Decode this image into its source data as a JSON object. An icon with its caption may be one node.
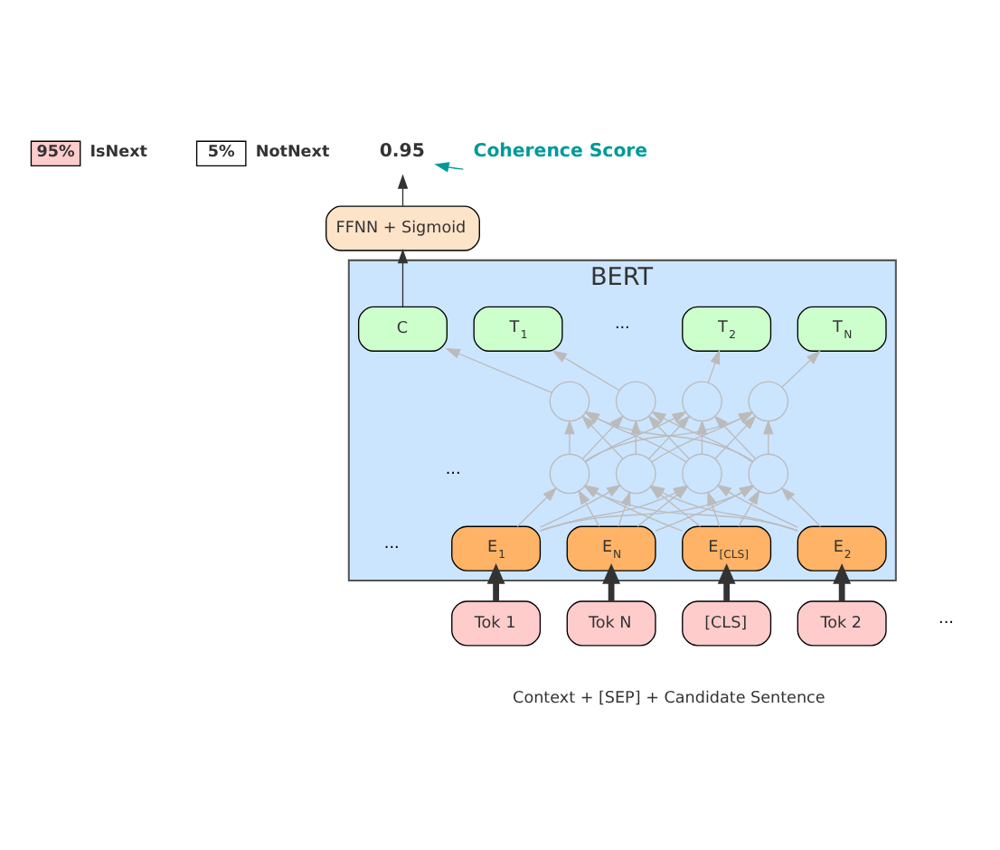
{
  "diagram": {
    "nodes": [
      {
        "text": [
          "95%"
        ],
        "beside": [
          "IsNext"
        ]
      },
      {
        "text": [
          "5%"
        ],
        "beside": [
          "NotNext"
        ]
      },
      {
        "text": [
          "0.95"
        ]
      },
      {
        "text": [
          "Coherence Score"
        ]
      },
      {
        "text": [
          "FFNN + Sigmoid"
        ]
      },
      {
        "text": [
          "BERT"
        ]
      },
      {
        "text": [
          "C"
        ],
        "in": 5
      },
      {
        "text": [
          "T$_{1}$"
        ],
        "in": 5
      },
      {
        "text": [
          "T$_{2}$"
        ],
        "in": 5
      },
      {
        "text": [
          "T$_{N}$"
        ],
        "in": 5
      },
      {
        "text": [],
        "shape": "circle",
        "in": 5
      },
      {
        "text": [],
        "shape": "circle",
        "in": 5
      },
      {
        "text": [],
        "shape": "circle",
        "in": 5
      },
      {
        "text": [],
        "shape": "circle",
        "in": 5
      },
      {
        "text": [],
        "shape": "circle",
        "in": 5
      },
      {
        "text": [],
        "shape": "circle",
        "in": 5
      },
      {
        "text": [],
        "shape": "circle",
        "in": 5
      },
      {
        "text": [],
        "shape": "circle",
        "in": 5
      },
      {
        "text": [
          "E$_{[CLS]}$"
        ],
        "in": 5
      },
      {
        "text": [
          "E$_{1}$"
        ],
        "in": 5
      },
      {
        "text": [
          "E$_{2}$"
        ],
        "in": 5
      },
      {
        "text": [
          "E$_{N}$"
        ],
        "in": 5
      },
      {
        "text": [
          "[CLS]"
        ]
      },
      {
        "text": [
          "Tok 1"
        ]
      },
      {
        "text": [
          "Tok 2"
        ]
      },
      {
        "text": [
          "Tok N"
        ]
      }
    ],
    "edges": [
      {
        "from": 3,
        "to": 2,
        "arrow": "to",
        "color": "#009999"
      },
      {
        "from": 4,
        "to": 2,
        "arrow": "to",
        "color": "#333333"
      },
      {
        "from": 6,
        "to": 4,
        "arrow": "to",
        "color": "#333333"
      },
      {
        "from": 10,
        "to": 6,
        "arrow": "to"
      },
      {
        "from": 11,
        "to": 7,
        "arrow": "to"
      },
      {
        "from": 12,
        "to": 8,
        "arrow": "to"
      },
      {
        "from": 13,
        "to": 9,
        "arrow": "to"
      },
      {
        "from": 14,
        "to": 10,
        "arrow": "to"
      },
      {
        "from": 14,
        "to": 11,
        "arrow": "to"
      },
      {
        "from": 14,
        "to": 12,
        "arrow": "to"
      },
      {
        "from": 14,
        "to": 13,
        "arrow": "to"
      },
      {
        "from": 15,
        "to": 10,
        "arrow": "to"
      },
      {
        "from": 15,
        "to": 11,
        "arrow": "to"
      },
      {
        "from": 15,
        "to": 12,
        "arrow": "to"
      },
      {
        "from": 15,
        "to": 13,
        "arrow": "to"
      },
      {
        "from": 16,
        "to": 10,
        "arrow": "to"
      },
      {
        "from": 16,
        "to": 11,
        "arrow": "to"
      },
      {
        "from": 16,
        "to": 12,
        "arrow": "to"
      },
      {
        "from": 16,
        "to": 13,
        "arrow": "to"
      },
      {
        "from": 17,
        "to": 10,
        "arrow": "to"
      },
      {
        "from": 17,
        "to": 11,
        "arrow": "to"
      },
      {
        "from": 17,
        "to": 12,
        "arrow": "to"
      },
      {
        "from": 17,
        "to": 13,
        "arrow": "to"
      },
      {
        "from": 18,
        "to": 14,
        "arrow": "to"
      },
      {
        "from": 18,
        "to": 15,
        "arrow": "to"
      },
      {
        "from": 18,
        "to": 16,
        "arrow": "to"
      },
      {
        "from": 18,
        "to": 17,
        "arrow": "to"
      },
      {
        "from": 19,
        "to": 14,
        "arrow": "to"
      },
      {
        "from": 19,
        "to": 15,
        "arrow": "to"
      },
      {
        "from": 19,
        "to": 16,
        "arrow": "to"
      },
      {
        "from": 19,
        "to": 17,
        "arrow": "to"
      },
      {
        "from": 20,
        "to": 14,
        "arrow": "to"
      },
      {
        "from": 20,
        "to": 15,
        "arrow": "to"
      },
      {
        "from": 20,
        "to": 16,
        "arrow": "to"
      },
      {
        "from": 20,
        "to": 17,
        "arrow": "to"
      },
      {
        "from": 21,
        "to": 14,
        "arrow": "to"
      },
      {
        "from": 21,
        "to": 15,
        "arrow": "to"
      },
      {
        "from": 21,
        "to": 16,
        "arrow": "to"
      },
      {
        "from": 21,
        "to": 17,
        "arrow": "to"
      },
      {
        "from": 22,
        "to": 18,
        "arrow": "to",
        "style": "thick",
        "color": "#333333"
      },
      {
        "from": 23,
        "to": 19,
        "arrow": "to",
        "style": "thick",
        "color": "#333333"
      },
      {
        "from": 24,
        "to": 20,
        "arrow": "to",
        "style": "thick",
        "color": "#333333"
      },
      {
        "from": 25,
        "to": 21,
        "arrow": "to",
        "style": "thick",
        "color": "#333333"
      }
    ],
    "labels": [
      "···",
      "···",
      "···",
      "···",
      "Context + [SEP] + Candidate Sentence"
    ]
  }
}
